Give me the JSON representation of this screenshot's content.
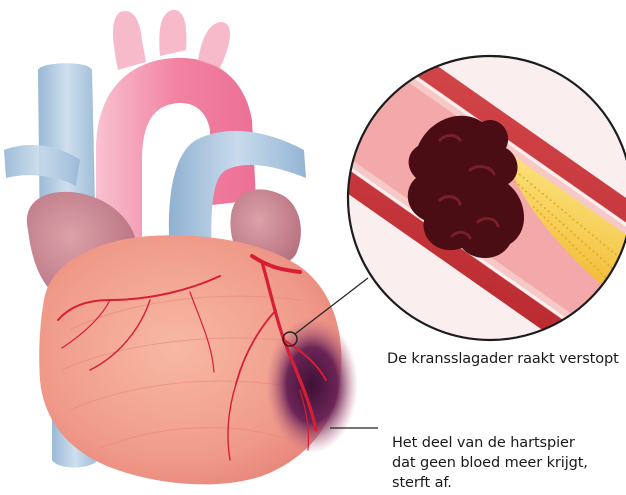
{
  "labels": {
    "blocked_artery": "De kransslagader raakt verstopt",
    "damaged_muscle": [
      "Het deel van de hartspier",
      "dat geen bloed meer krijgt,",
      "sterft af."
    ]
  },
  "colors": {
    "vein_blue": "#a9c4dd",
    "aorta_pink": "#f17a98",
    "heart_body": "#f19d8e",
    "atrium_mauve": "#c8838f",
    "coronary_artery": "#d81e34",
    "infarct_zone": "#5a1d47",
    "artery_wall": "#c0393a",
    "blood_clot": "#4a0d14",
    "plaque_yellow": "#f5c33b"
  }
}
